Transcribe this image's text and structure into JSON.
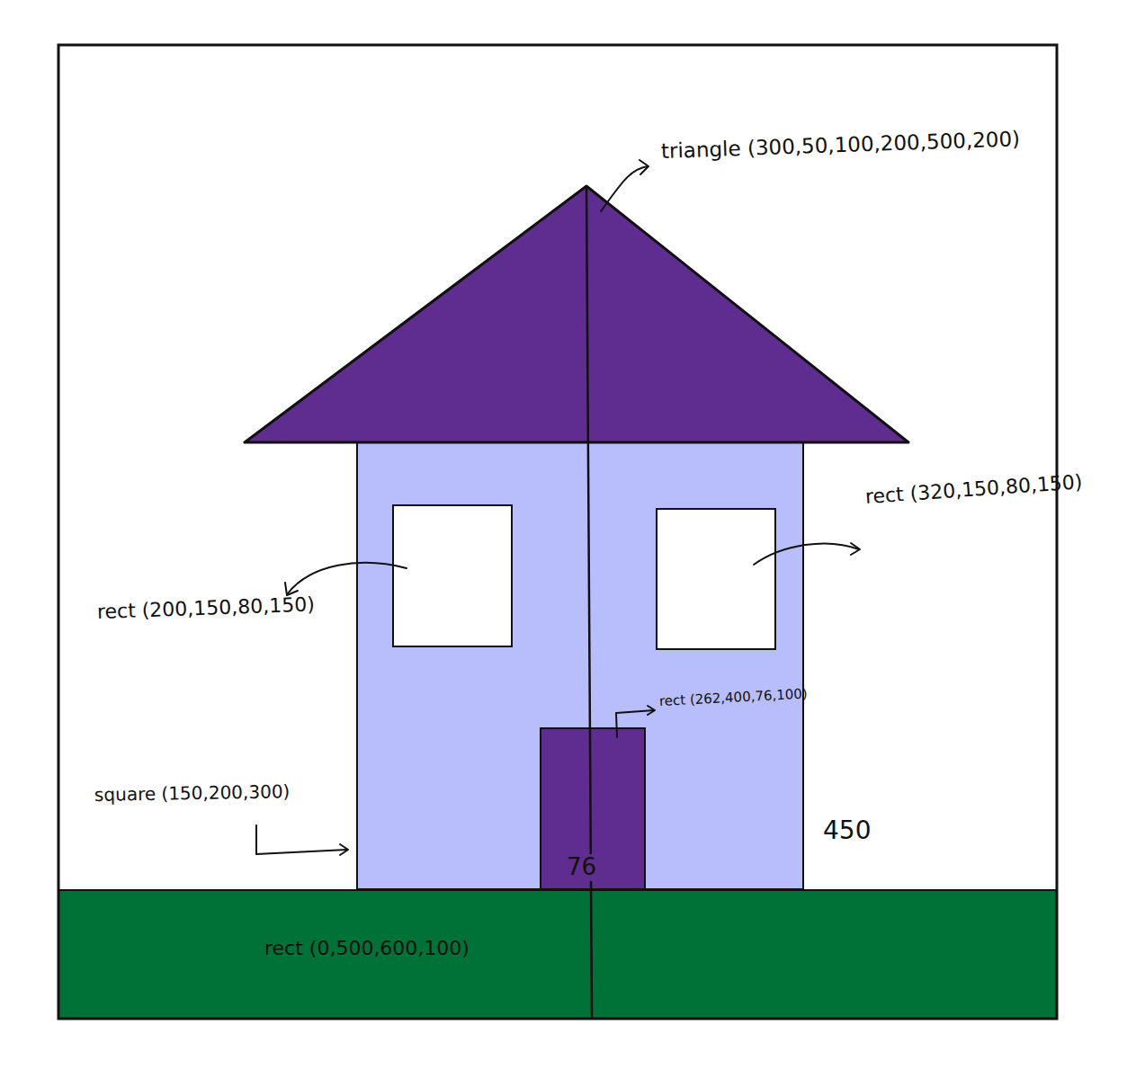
{
  "diagram": {
    "nodes": [
      {
        "text": [
          "76"
        ]
      },
      {
        "text": [
          "rect (0,500,600,100)"
        ]
      }
    ],
    "labels": [
      "triangle (300,50,100,200,500,200)",
      "rect (320,150,80,150)",
      "rect (200,150,80,150)",
      "rect (262,400,76,100)",
      "square (150,200,300)",
      "450"
    ]
  }
}
